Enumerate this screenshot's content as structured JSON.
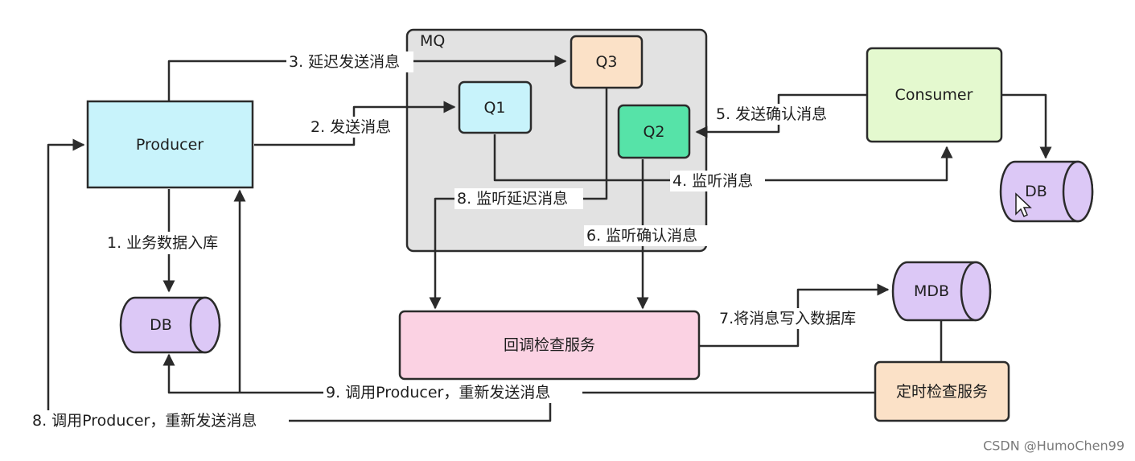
{
  "mq_label": "MQ",
  "nodes": {
    "producer": "Producer",
    "consumer": "Consumer",
    "q1": "Q1",
    "q2": "Q2",
    "q3": "Q3",
    "db_left": "DB",
    "db_right": "DB",
    "mdb": "MDB",
    "callback_service": "回调检查服务",
    "timer_service": "定时检查服务"
  },
  "edges": {
    "e1": "1. 业务数据入库",
    "e2": "2. 发送消息",
    "e3": "3. 延迟发送消息",
    "e4": "4. 监听消息",
    "e5": "5. 发送确认消息",
    "e6": "6. 监听确认消息",
    "e7": "7.将消息写入数据库",
    "e8a": "8. 监听延迟消息",
    "e8b": "8. 调用Producer，重新发送消息",
    "e9": "9. 调用Producer，重新发送消息"
  },
  "watermark": "CSDN @HumoChen99",
  "colors": {
    "producer": "#c8f3fb",
    "consumer": "#e4f9cf",
    "q1": "#c8f3fb",
    "q2": "#56e3a8",
    "q3": "#fbe1c7",
    "db": "#dcc8f6",
    "mq_bg": "#e2e2e2",
    "callback_service": "#fbd2e3",
    "timer_service": "#fbe1c7"
  }
}
